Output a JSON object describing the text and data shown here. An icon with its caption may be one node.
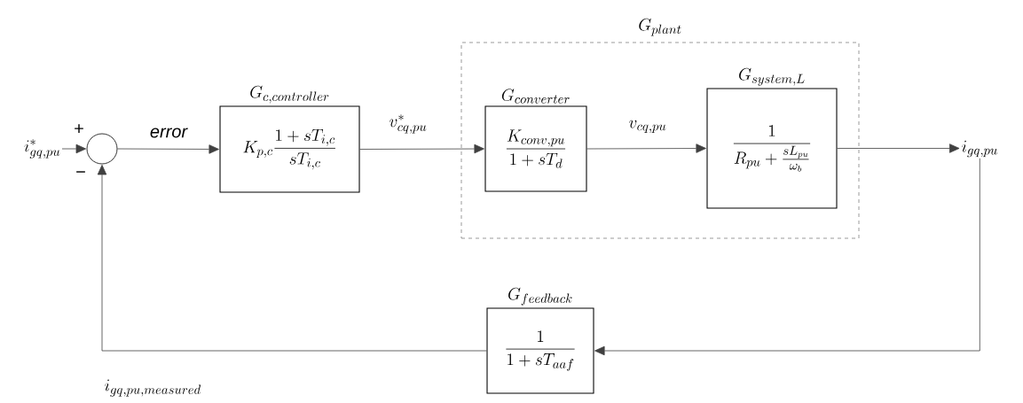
{
  "diagram": {
    "nodes": [
      {
        "text": [
          "i^{*}_{gq,pu}"
        ]
      },
      {
        "text": [],
        "shape": "circle",
        "beside": [
          "+",
          "−"
        ]
      },
      {
        "text": [
          "G_{c,controller}",
          "K_{p,c}\\frac{1+sT_{i,c}}{sT_{i,c}}"
        ]
      },
      {
        "text": [
          "G_{plant}"
        ]
      },
      {
        "text": [
          "G_{converter}",
          "\\frac{K_{conv,pu}}{1+sT_{d}}"
        ],
        "in": 3
      },
      {
        "text": [
          "G_{system,L}",
          "\\frac{1}{R_{pu}+\\frac{sL_{pu}}{\\omega_{b}}}"
        ],
        "in": 3
      },
      {
        "text": [
          "i_{gq,pu}"
        ]
      },
      {
        "text": [
          "G_{feedback}",
          "\\frac{1}{1+sT_{aaf}}"
        ]
      }
    ],
    "edges": [
      {
        "from": 0,
        "to": 1,
        "arrow": "to"
      },
      {
        "from": 1,
        "to": 2,
        "arrow": "to",
        "label": "error"
      },
      {
        "from": 2,
        "to": 4,
        "arrow": "to",
        "label": "v^{*}_{cq,pu}"
      },
      {
        "from": 4,
        "to": 5,
        "arrow": "to",
        "label": "v_{cq,pu}"
      },
      {
        "from": 5,
        "to": 6,
        "arrow": "to"
      },
      {
        "from": 6,
        "to": 7,
        "arrow": "to"
      },
      {
        "from": 7,
        "to": 1,
        "arrow": "to",
        "label": "i_{gq,pu,measured}"
      }
    ]
  }
}
